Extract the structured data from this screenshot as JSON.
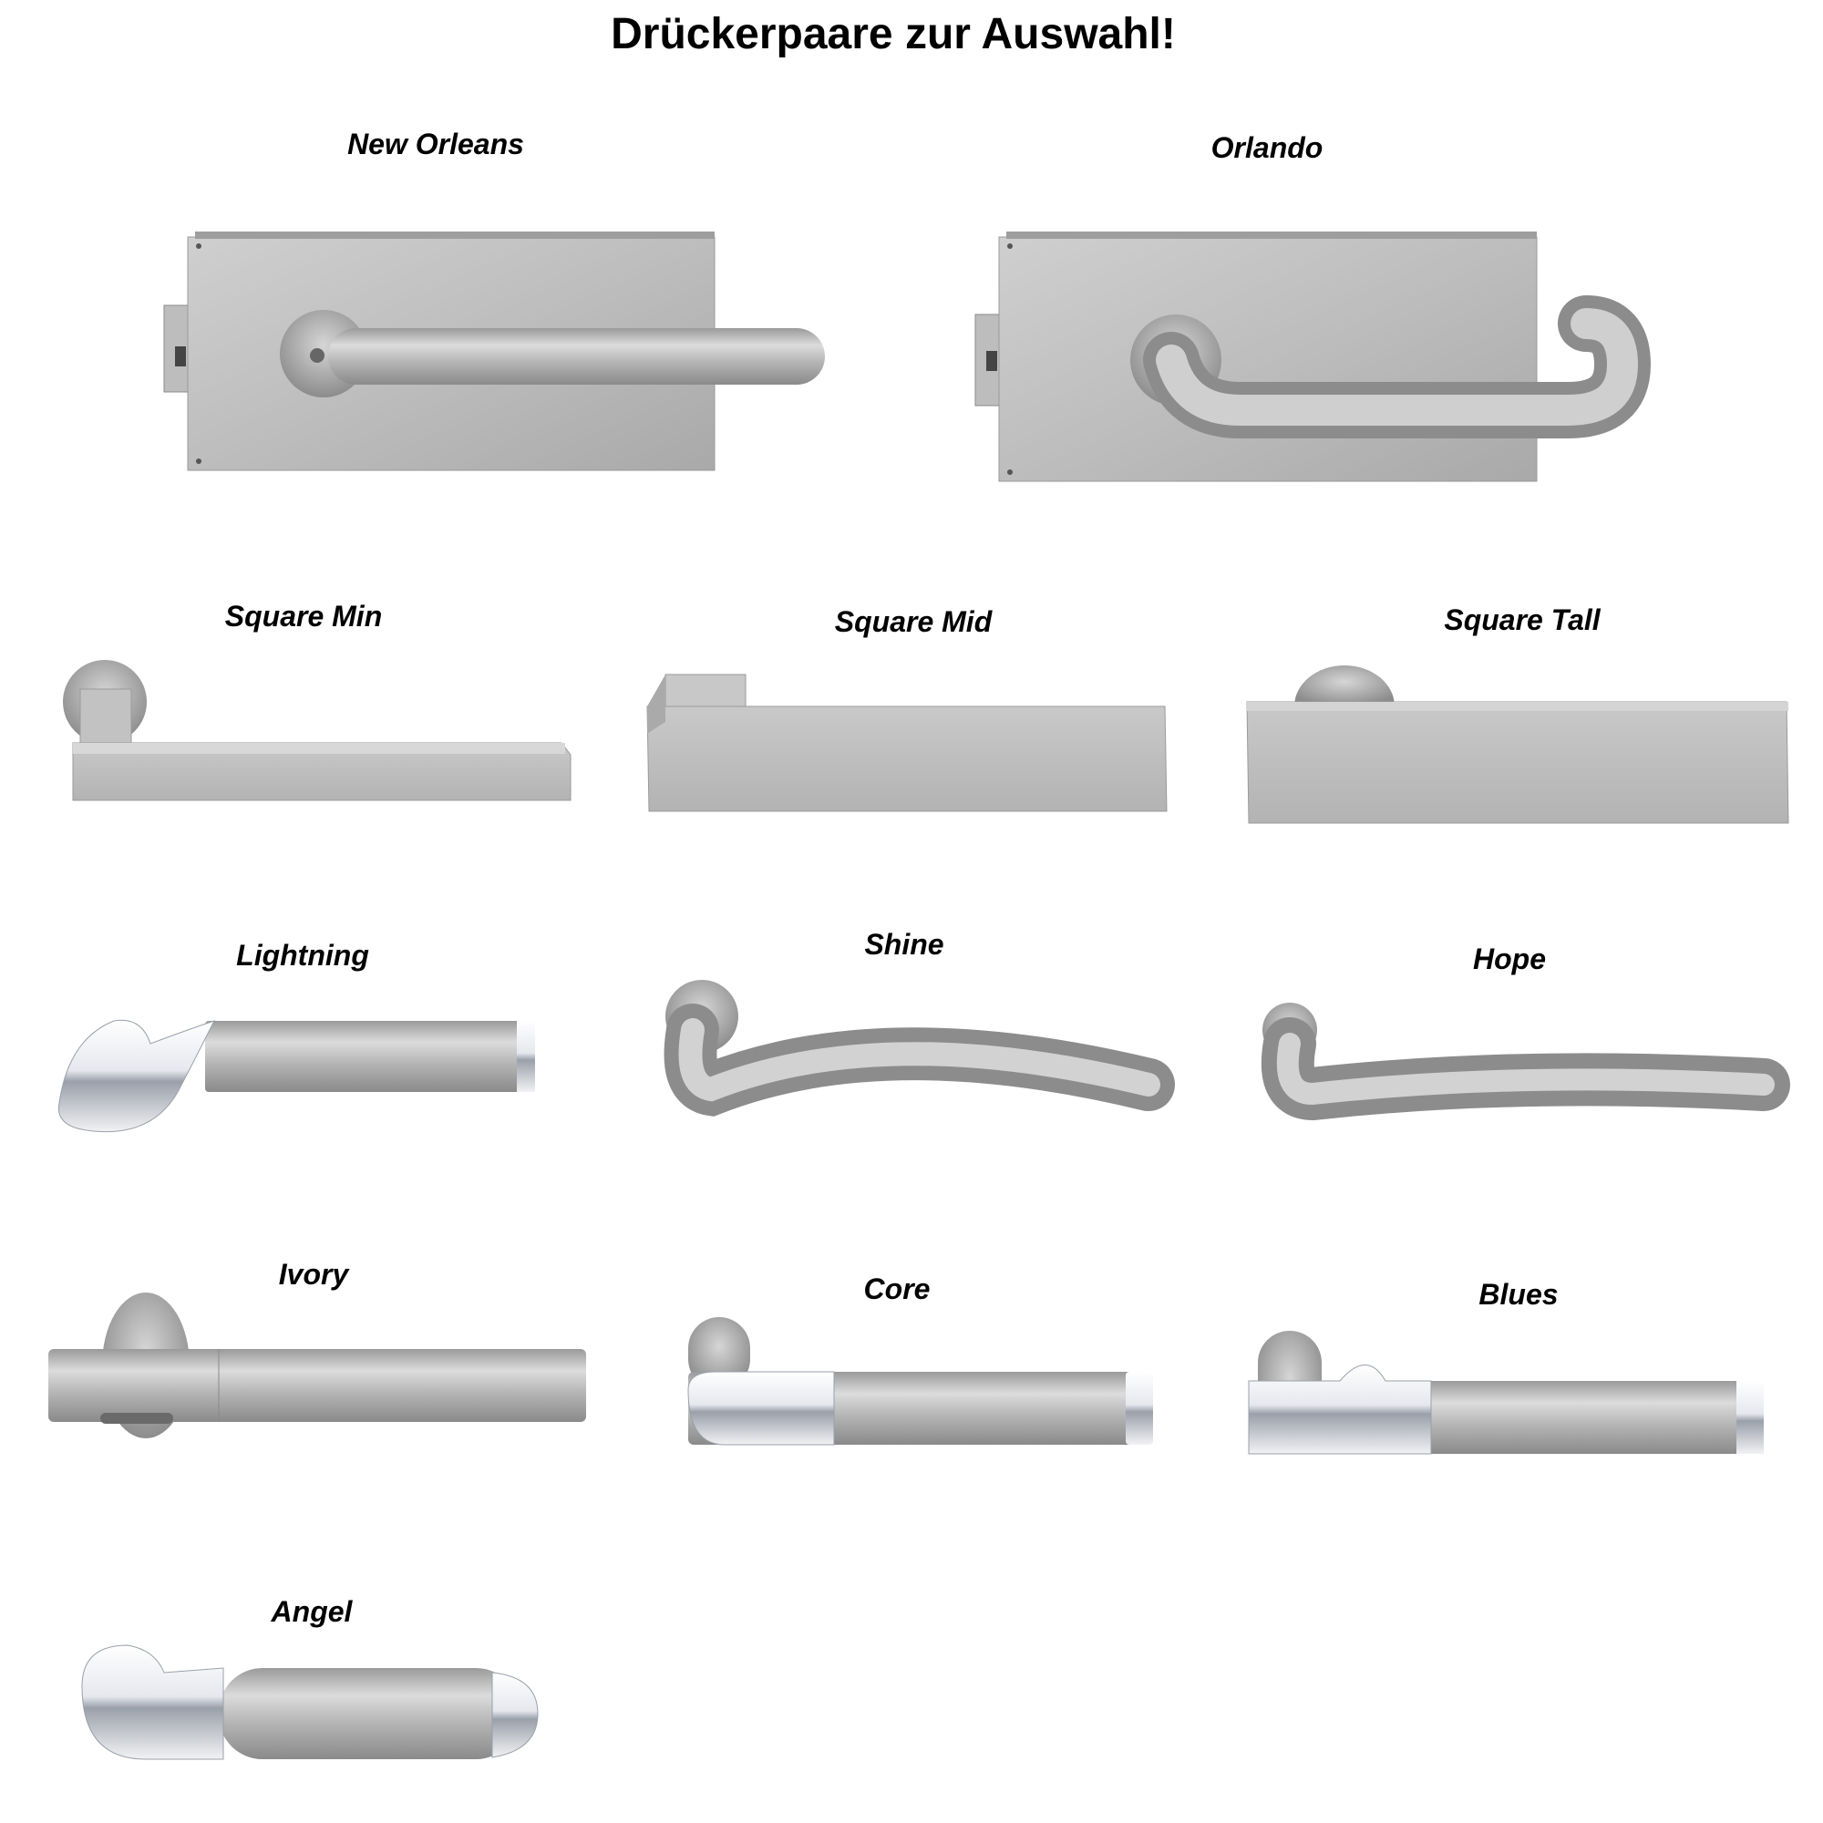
{
  "page": {
    "title": "Drückerpaare zur Auswahl!"
  },
  "products": [
    {
      "id": "new-orleans",
      "name": "New Orleans"
    },
    {
      "id": "orlando",
      "name": "Orlando"
    },
    {
      "id": "square-min",
      "name": "Square Min"
    },
    {
      "id": "square-mid",
      "name": "Square Mid"
    },
    {
      "id": "square-tall",
      "name": "Square Tall"
    },
    {
      "id": "lightning",
      "name": "Lightning"
    },
    {
      "id": "shine",
      "name": "Shine"
    },
    {
      "id": "hope",
      "name": "Hope"
    },
    {
      "id": "ivory",
      "name": "Ivory"
    },
    {
      "id": "core",
      "name": "Core"
    },
    {
      "id": "blues",
      "name": "Blues"
    },
    {
      "id": "angel",
      "name": "Angel"
    }
  ],
  "colors": {
    "steel": "#b8b8b8",
    "steel_dark": "#8f8f8f",
    "chrome": "#f4f4f6"
  }
}
